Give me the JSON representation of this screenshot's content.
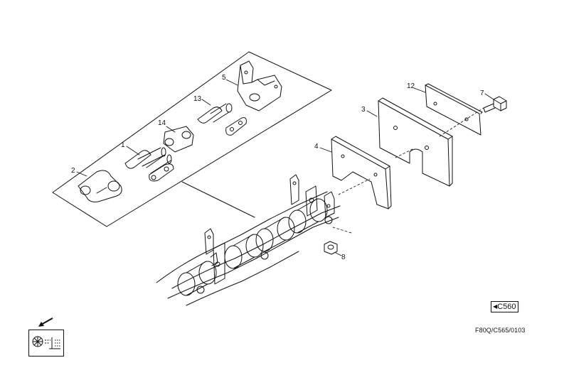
{
  "callouts": [
    "1",
    "2",
    "3",
    "4",
    "5",
    "7",
    "8",
    "12",
    "13",
    "14"
  ],
  "reference_box": {
    "label": "C560"
  },
  "drawing_code": "F80Q/C565/0103",
  "icons": {
    "nav_arrow": "arrow-down-left-icon",
    "section_symbol": "chain-section-symbol-icon"
  }
}
